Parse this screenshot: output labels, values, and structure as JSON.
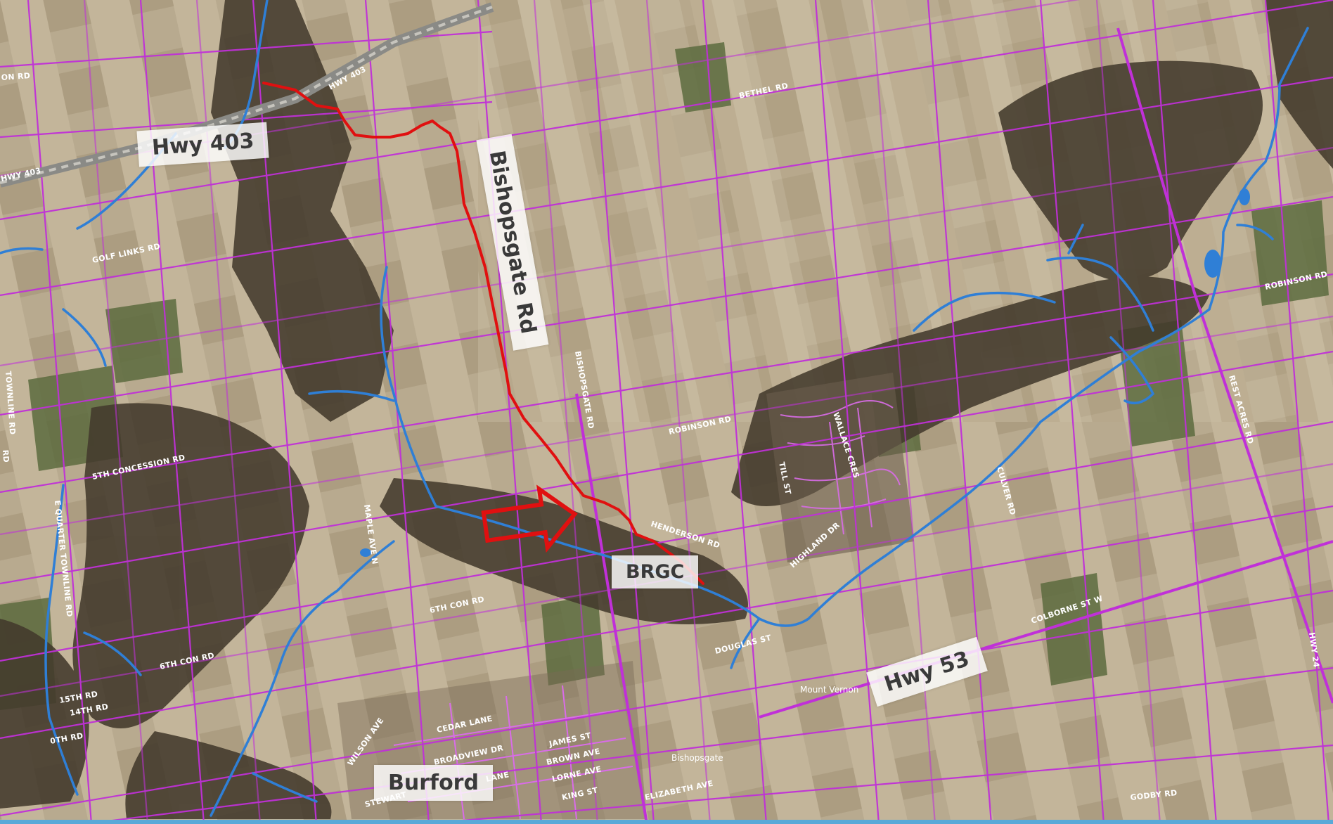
{
  "callouts": {
    "hwy403": "Hwy 403",
    "bishopsgate": "Bishopsgate Rd",
    "brgc": "BRGC",
    "hwy53": "Hwy 53",
    "burford": "Burford"
  },
  "road_labels": {
    "hwy403_top": "HWY 403",
    "hwy403_left": "HWY 403",
    "on_rd": "ON RD",
    "bethel_rd": "BETHEL RD",
    "golf_links_rd": "GOLF LINKS RD",
    "robinson_rd_east": "ROBINSON RD",
    "robinson_rd_mid": "ROBINSON RD",
    "fifth_concession_rd": "5TH CONCESSION RD",
    "bishopsgate_rd_label": "BISHOPSGATE RD",
    "henderson_rd": "HENDERSON RD",
    "till_st": "TILL ST",
    "wallace_cres": "WALLACE CRES",
    "highland_dr": "HIGHLAND DR",
    "culver_rd": "CULVER RD",
    "rest_acres_rd": "REST ACRES RD",
    "colborne_st_w": "COLBORNE ST W",
    "douglas_st": "DOUGLAS ST",
    "maple_ave_n": "MAPLE AVE N",
    "sixth_con_rd_a": "6TH CON RD",
    "sixth_con_rd_b": "6TH CON RD",
    "e_quarter_townline_rd": "E QUARTER TOWNLINE RD",
    "townline_rd": "TOWNLINE RD",
    "fifteenth_rd": "15TH RD",
    "fourteenth_rd": "14TH RD",
    "oth_rd": "0TH RD",
    "cedar_lane": "CEDAR LANE",
    "wilson_ave": "WILSON AVE",
    "broadview_dr": "BROADVIEW DR",
    "james_st": "JAMES ST",
    "brown_ave": "BROWN AVE",
    "lorne_ave": "LORNE AVE",
    "king_st": "KING ST",
    "elizabeth_ave": "ELIZABETH AVE",
    "godby_rd": "GODBY RD",
    "hwy24": "HWY 24",
    "stewart": "STEWART",
    "lane": "LANE",
    "road_left": "RD"
  },
  "place_labels": {
    "mount_vernon": "Mount Vernon",
    "bishopsgate_place": "Bishopsgate"
  },
  "icons": {
    "route": "route-line",
    "arrow": "direction-arrow-icon"
  },
  "colors": {
    "route": "#e01010",
    "arrow": "#e01010",
    "parcel_lines": "#c030d8",
    "watercourse": "#2f7fd6",
    "bottom_strip": "#59a9d8"
  }
}
